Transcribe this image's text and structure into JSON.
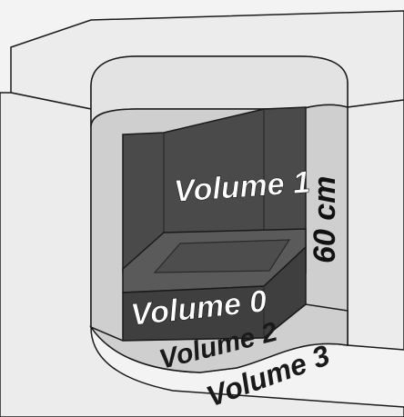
{
  "labels": {
    "volume_1": "Volume 1",
    "volume_0": "Volume 0",
    "volume_2": "Volume 2",
    "volume_3": "Volume 3",
    "height": "60 cm"
  },
  "colors": {
    "volume_0_1_fill": "#4a4a4a",
    "volume_2_fill": "#cfcfcf",
    "volume_3_fill": "#e9e9e9",
    "wall_fill": "#efefef",
    "outline": "#1a1a1a",
    "label_fill": "#ffffff",
    "dimension_text": "#111111"
  }
}
